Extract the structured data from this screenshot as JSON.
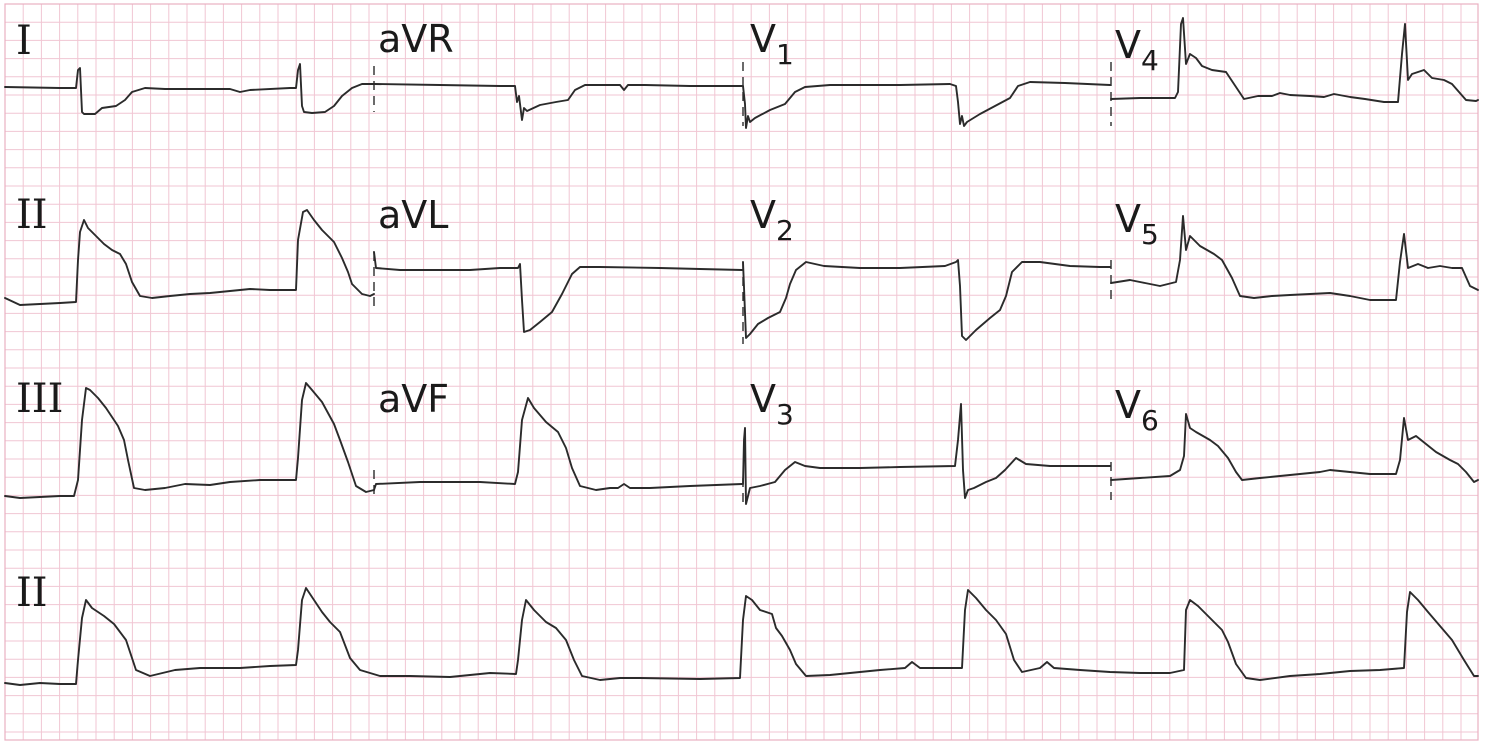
{
  "colors": {
    "grid": "#f1c6d3",
    "grid_border": "#eab0c2",
    "trace": "#2b2b2b",
    "background": "#ffffff"
  },
  "leads": {
    "I": "I",
    "II": "II",
    "III": "III",
    "aVR": "aVR",
    "aVL": "aVL",
    "aVF": "aVF",
    "V1": {
      "base": "V",
      "sub": "1"
    },
    "V2": {
      "base": "V",
      "sub": "2"
    },
    "V3": {
      "base": "V",
      "sub": "3"
    },
    "V4": {
      "base": "V",
      "sub": "4"
    },
    "V5": {
      "base": "V",
      "sub": "5"
    },
    "V6": {
      "base": "V",
      "sub": "6"
    },
    "rhythm": "II"
  }
}
